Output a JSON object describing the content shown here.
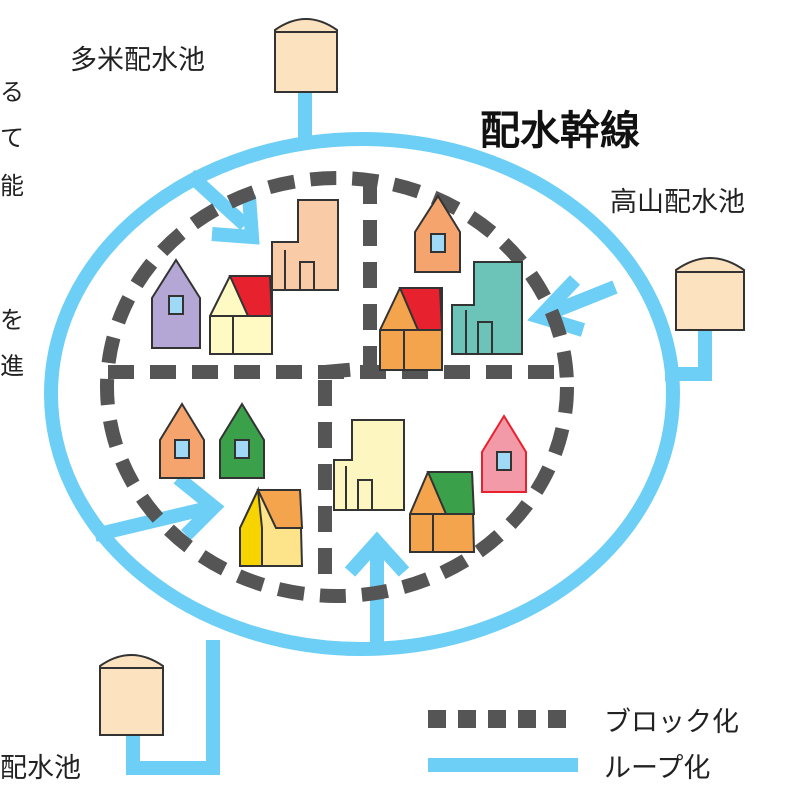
{
  "labels": {
    "trunk_main": "配水幹線",
    "reservoir_tame": "多米配水池",
    "reservoir_takayama": "高山配水池",
    "reservoir_bottom": "配水池"
  },
  "cut_text": {
    "c1": "る",
    "c2": "て",
    "c3": "能",
    "c4": "を",
    "c5": "進"
  },
  "legend": {
    "block": "ブロック化",
    "loop": "ループ化"
  },
  "colors": {
    "loop": "#6dcff6",
    "block": "#555555",
    "tank": "#fde2bf"
  }
}
